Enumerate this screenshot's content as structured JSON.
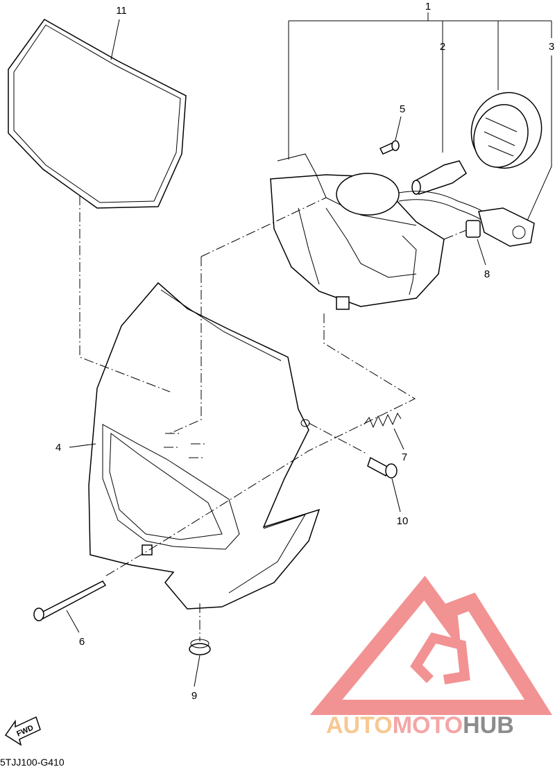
{
  "diagram": {
    "code": "5TJJ100-G410",
    "fwd": "FWD",
    "callouts": [
      "1",
      "2",
      "3",
      "4",
      "5",
      "6",
      "7",
      "8",
      "9",
      "10",
      "11"
    ]
  },
  "watermark": {
    "part1": "AUTO",
    "part2": "MOTO",
    "part3": "HUB",
    "colors": {
      "auto": "#f7c893",
      "moto": "#f4a6a6",
      "hub": "#8c8c8c",
      "triangle": "#f08080"
    }
  }
}
